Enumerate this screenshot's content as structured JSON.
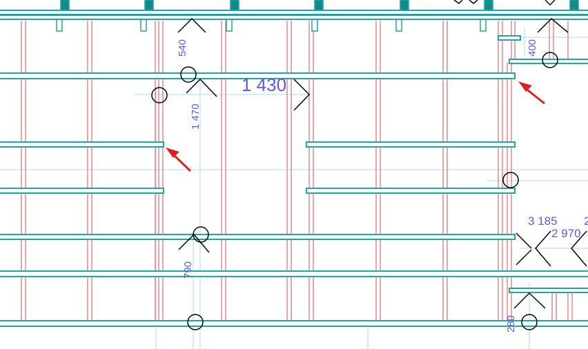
{
  "colors": {
    "background": "#ffffff",
    "beam": "#1aa7a7",
    "stud": "#e06a6a",
    "dimension_text": "#5a5ae6",
    "construction_line": "#a8d8ec",
    "annotation_arrow": "#e02020",
    "symbol": "#000000"
  },
  "dimensions": {
    "d540": "540",
    "d1430": "1 430",
    "d1470": "1 470",
    "d400": "400",
    "d3185": "3 185",
    "d2970": "2 970",
    "d790": "790",
    "d280": "280",
    "d_partial": "2"
  },
  "annotations": {
    "arrow_count": 2
  }
}
